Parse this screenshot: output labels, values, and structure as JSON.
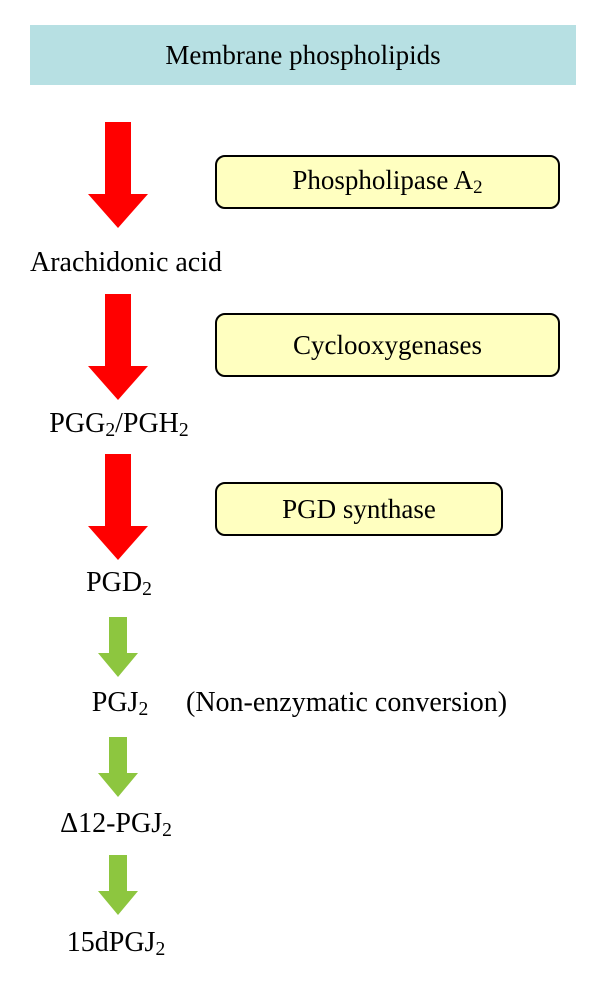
{
  "header": {
    "title": "Membrane phospholipids"
  },
  "enzymes": [
    {
      "label": "Phospholipase A",
      "sub": "2"
    },
    {
      "label": "Cyclooxygenases"
    },
    {
      "label": "PGD synthase"
    }
  ],
  "compounds": [
    {
      "text": "Arachidonic acid"
    },
    {
      "part1": "PGG",
      "sub1": "2",
      "mid": "/PGH",
      "sub2": "2"
    },
    {
      "text": "PGD",
      "sub": "2"
    },
    {
      "text": "PGJ",
      "sub": "2"
    },
    {
      "text": "Δ12-PGJ",
      "sub": "2"
    },
    {
      "text": "15dPGJ",
      "sub": "2"
    }
  ],
  "note": "(Non-enzymatic conversion)",
  "colors": {
    "header_bg": "#b7e0e3",
    "enzyme_bg": "#ffffc0",
    "enzymatic_arrow": "#ff0000",
    "nonenzymatic_arrow": "#8dc63f"
  }
}
